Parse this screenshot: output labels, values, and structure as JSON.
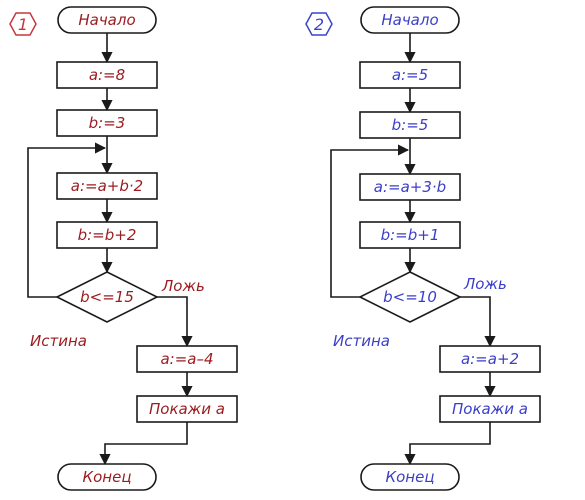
{
  "colors": {
    "background": "#ffffff",
    "outline": "#1a1a1a",
    "red_text": "#9b1b1f",
    "blue_text": "#3a3ec8",
    "red_badge": "#c8373c",
    "blue_badge": "#3a44d0"
  },
  "flowchart_1": {
    "number": "1",
    "start": "Начало",
    "step_a": "a:=8",
    "step_b": "b:=3",
    "step_loop_a": "a:=a+b·2",
    "step_loop_b": "b:=b+2",
    "condition": "b<=15",
    "true_label": "Истина",
    "false_label": "Ложь",
    "after_a": "a:=a–4",
    "output": "Покажи a",
    "end": "Конец"
  },
  "flowchart_2": {
    "number": "2",
    "start": "Начало",
    "step_a": "a:=5",
    "step_b": "b:=5",
    "step_loop_a": "a:=a+3·b",
    "step_loop_b": "b:=b+1",
    "condition": "b<=10",
    "true_label": "Истина",
    "false_label": "Ложь",
    "after_a": "a:=a+2",
    "output": "Покажи a",
    "end": "Конец"
  }
}
